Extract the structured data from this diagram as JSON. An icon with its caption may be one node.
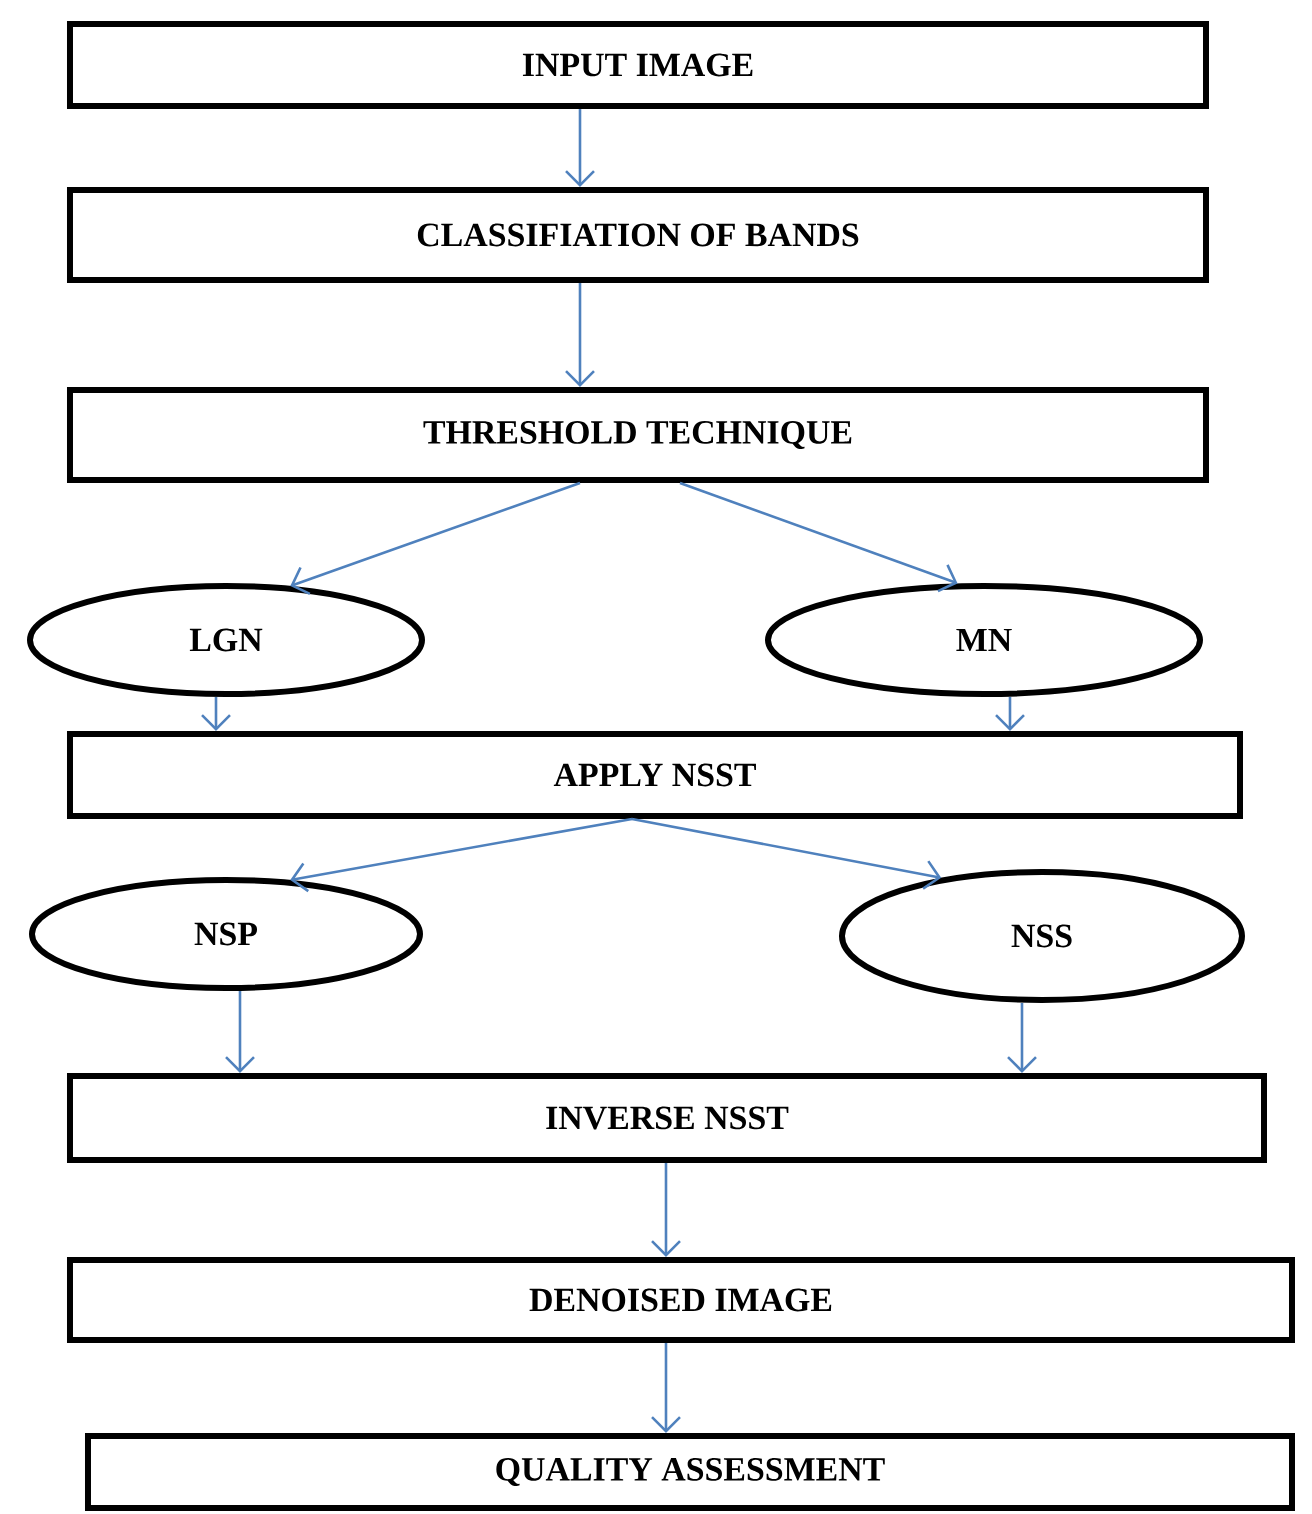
{
  "diagram": {
    "nodes": [
      {
        "text": [
          "INPUT IMAGE"
        ]
      },
      {
        "text": [
          "CLASSIFIATION OF BANDS"
        ]
      },
      {
        "text": [
          "THRESHOLD TECHNIQUE"
        ]
      },
      {
        "text": [
          "LGN"
        ]
      },
      {
        "text": [
          "MN"
        ]
      },
      {
        "text": [
          "APPLY NSST"
        ]
      },
      {
        "text": [
          "NSP"
        ]
      },
      {
        "text": [
          "NSS"
        ]
      },
      {
        "text": [
          "INVERSE NSST"
        ]
      },
      {
        "text": [
          "DENOISED IMAGE"
        ]
      },
      {
        "text": [
          "QUALITY ASSESSMENT"
        ]
      }
    ],
    "edges": [
      {
        "from": 0,
        "to": 1,
        "arrow": "to"
      },
      {
        "from": 1,
        "to": 2,
        "arrow": "to"
      },
      {
        "from": 2,
        "to": 3,
        "arrow": "to"
      },
      {
        "from": 2,
        "to": 4,
        "arrow": "to"
      },
      {
        "from": 3,
        "to": 5,
        "arrow": "to"
      },
      {
        "from": 4,
        "to": 5,
        "arrow": "to"
      },
      {
        "from": 5,
        "to": 6,
        "arrow": "to"
      },
      {
        "from": 5,
        "to": 7,
        "arrow": "to"
      },
      {
        "from": 6,
        "to": 8,
        "arrow": "to"
      },
      {
        "from": 7,
        "to": 8,
        "arrow": "to"
      },
      {
        "from": 8,
        "to": 9,
        "arrow": "to"
      },
      {
        "from": 9,
        "to": 10,
        "arrow": "to"
      }
    ]
  }
}
